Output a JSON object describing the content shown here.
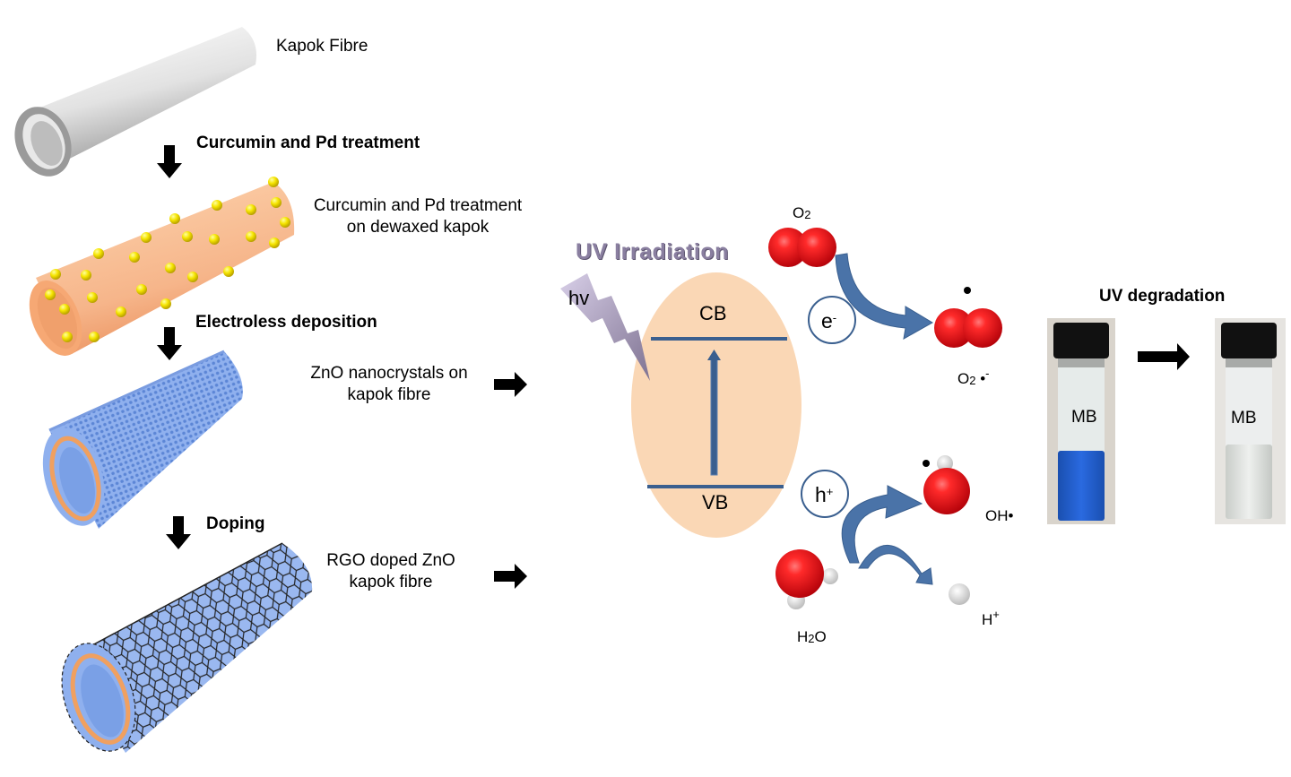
{
  "fibres": {
    "kapok": {
      "label": "Kapok Fibre"
    },
    "curcumin": {
      "label_line1": "Curcumin and Pd treatment",
      "label_line2": "on dewaxed kapok"
    },
    "zno": {
      "label_line1": "ZnO nanocrystals on",
      "label_line2": "kapok fibre"
    },
    "rgo": {
      "label_line1": "RGO doped ZnO",
      "label_line2": "kapok fibre"
    }
  },
  "steps": [
    {
      "label": "Curcumin and Pd treatment"
    },
    {
      "label": "Electroless deposition"
    },
    {
      "label": "Doping"
    }
  ],
  "mechanism": {
    "title": "UV Irradiation",
    "photon": "hv",
    "cb": "CB",
    "vb": "VB",
    "electron": {
      "base": "e",
      "sup": "-"
    },
    "hole": {
      "base": "h",
      "sup": "+"
    },
    "o2": {
      "base": "O",
      "sub": "2"
    },
    "superoxide": {
      "base": "O",
      "sub": "2",
      "suffix": " •",
      "sup": "-"
    },
    "hydroxyl": "OH•",
    "water": {
      "pre": "H",
      "sub": "2",
      "post": "O"
    },
    "proton": {
      "base": "H",
      "sup": "+"
    }
  },
  "degradation": {
    "title": "UV degradation",
    "before_label": "MB",
    "after_label": "MB"
  },
  "colors": {
    "band_blue": "#3a5f8f",
    "ellipse_fill": "#fad7b5",
    "oxygen_red": "#e8141c",
    "title_purple": "#8a7fa0",
    "mb_blue": "#1f5fd0"
  }
}
